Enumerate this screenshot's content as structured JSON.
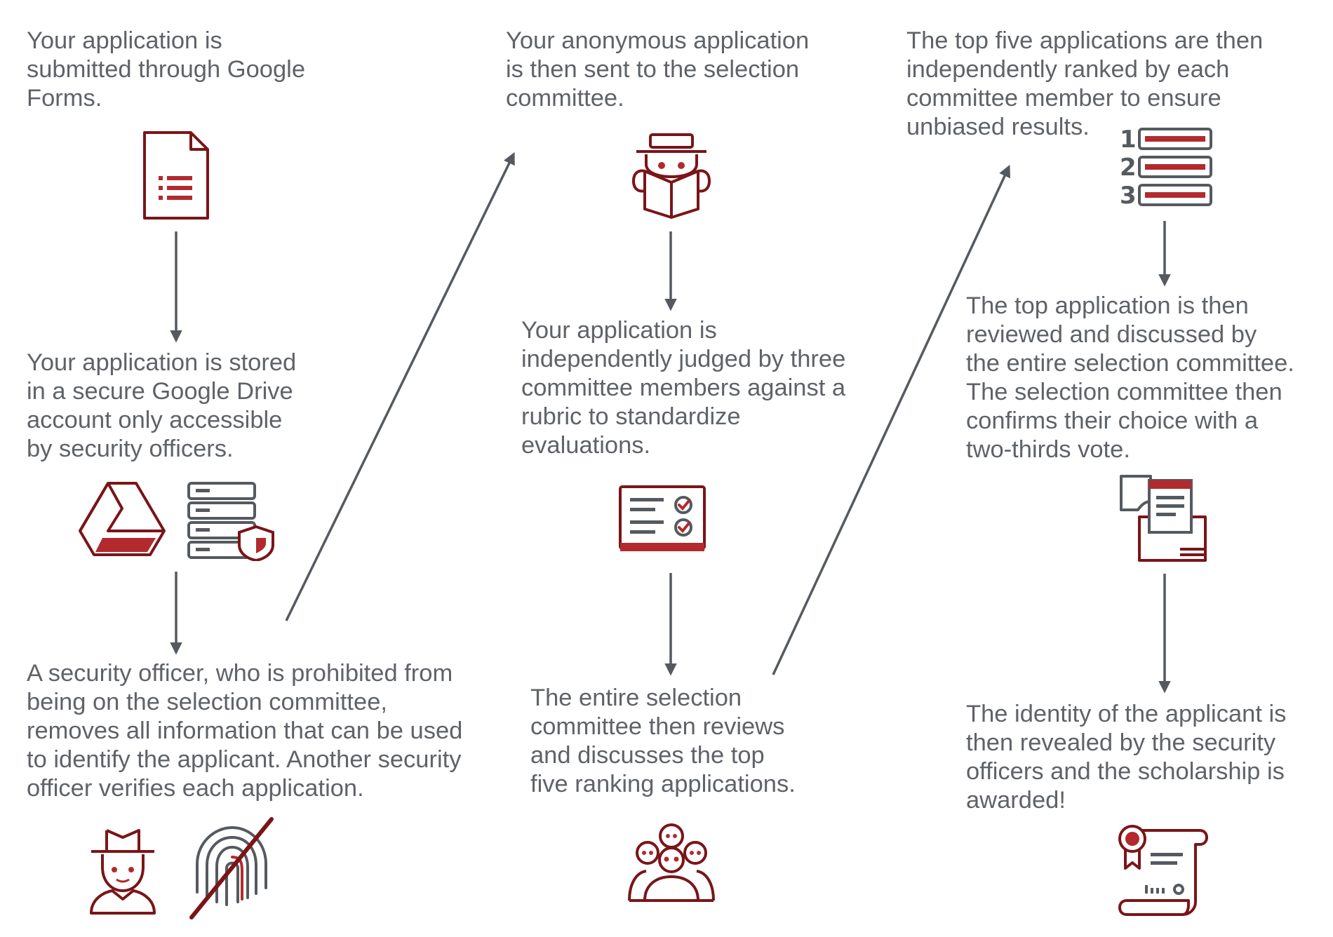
{
  "steps": {
    "s1": "Your application is\nsubmitted through Google\nForms.",
    "s2": "Your application is stored\nin a secure Google Drive\naccount only accessible\nby security officers.",
    "s3": "A security officer, who is prohibited from\nbeing on the selection committee,\nremoves all information that can be used\nto identify the applicant. Another security\nofficer verifies each application.",
    "s4": "Your anonymous application\nis then sent to the selection\ncommittee.",
    "s5": "Your application is\nindependently judged by three\ncommittee members against a\nrubric to standardize\nevaluations.",
    "s6": "The entire selection\ncommittee then reviews\nand discusses the top\nfive ranking applications.",
    "s7": "The top five applications are then\nindependently ranked by each\ncommittee member to ensure\nunbiased results.",
    "s8": "The top application is then\nreviewed and discussed by\nthe entire selection committee.\nThe selection committee then\nconfirms their choice with a\ntwo-thirds vote.",
    "s9": "The identity of the applicant is\nthen revealed by the security\nofficers and the scholarship is\nawarded!"
  },
  "ranking_numbers": [
    "1",
    "2",
    "3"
  ],
  "colors": {
    "text": "#5f6368",
    "arrow": "#555a60",
    "accent": "#b22a2e",
    "accent_dark": "#7a1518"
  },
  "icons": [
    "google-forms-icon",
    "google-drive-icon",
    "secure-server-icon",
    "security-officer-icon",
    "crossed-fingerprint-icon",
    "anonymous-reader-icon",
    "rubric-checklist-icon",
    "committee-group-icon",
    "ranked-list-icon",
    "ballot-vote-icon",
    "scholarship-certificate-icon"
  ]
}
